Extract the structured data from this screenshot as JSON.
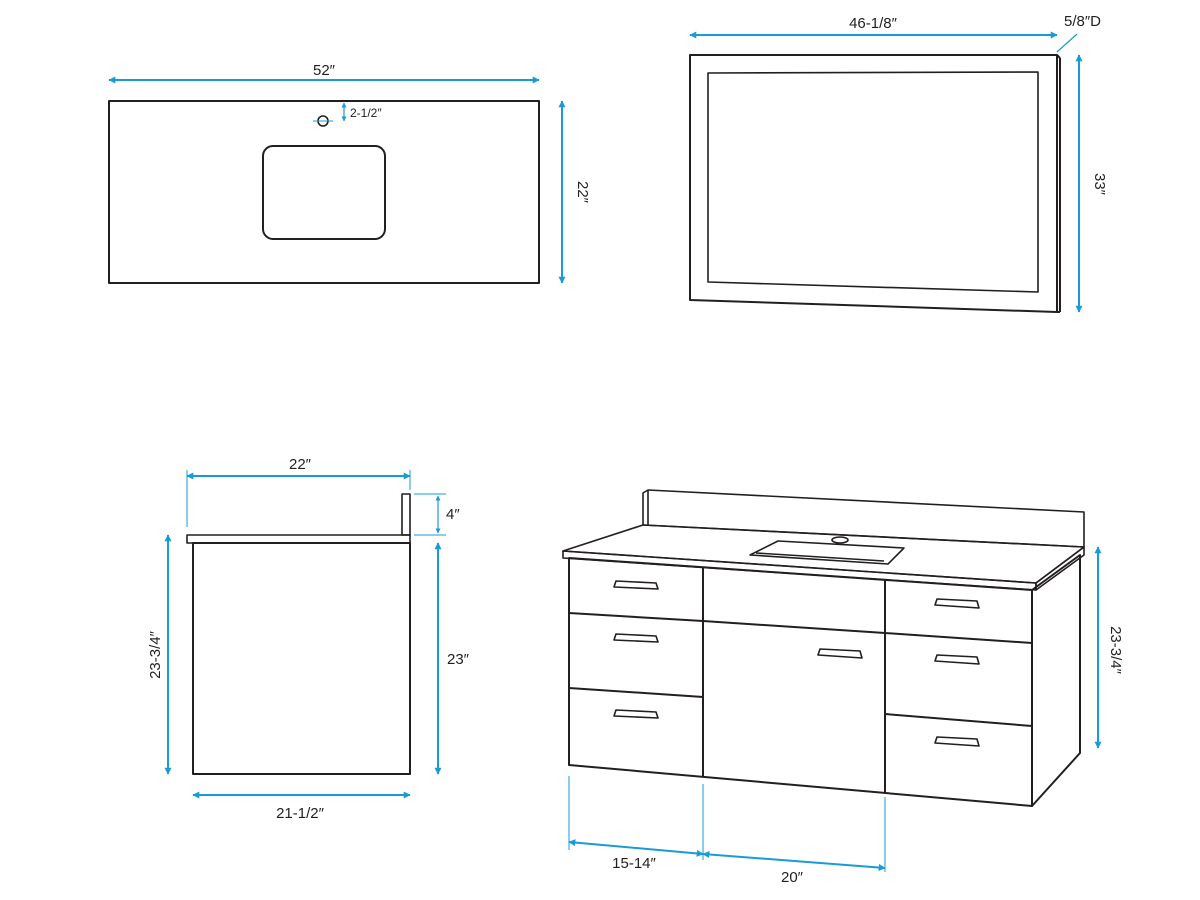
{
  "colors": {
    "line": "#231f20",
    "dimension": "#1a9bd7"
  },
  "countertop_top_view": {
    "width": "52″",
    "depth": "22″",
    "faucet_offset": "2-1/2″"
  },
  "mirror": {
    "width": "46-1/8″",
    "depth": "5/8″D",
    "height": "33″"
  },
  "side_view": {
    "top_depth": "22″",
    "backsplash": "4″",
    "overall_height": "23-3/4″",
    "cabinet_height": "23″",
    "cabinet_depth": "21-1/2″"
  },
  "front_view": {
    "height": "23-3/4″",
    "side_width": "15-14″",
    "center_width": "20″"
  }
}
